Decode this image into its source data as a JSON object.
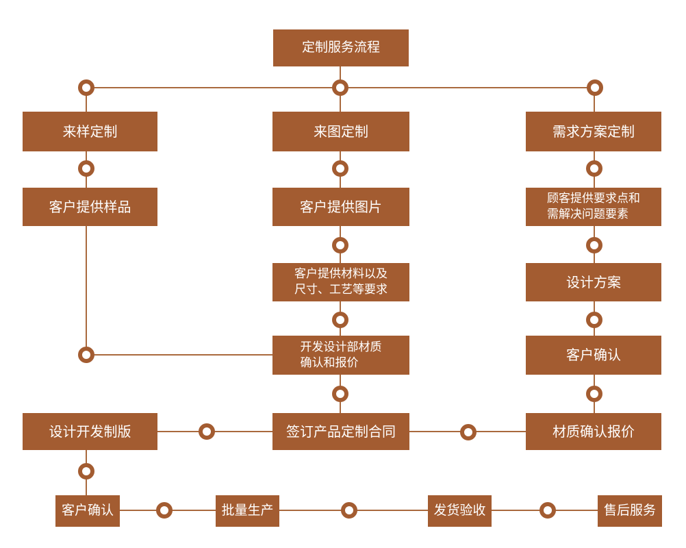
{
  "palette": {
    "box_fill": "#a35c31",
    "connector_line": "#a9693d",
    "connector_ring": "#a35c31",
    "text": "#ffffff",
    "background": "#ffffff"
  },
  "flowchart": {
    "title": "定制服务流程",
    "nodes": {
      "root": "定制服务流程",
      "branch_sample": "来样定制",
      "branch_drawing": "来图定制",
      "branch_plan": "需求方案定制",
      "provide_sample": "客户提供样品",
      "provide_drawing": "客户提供图片",
      "provide_requirements": "顾客提供要求点和\n需解决问题要素",
      "material_requirements": "客户提供材料以及\n尺寸、工艺等要求",
      "design_plan": "设计方案",
      "dev_material_quote": "开发设计部材质\n确认和报价",
      "customer_confirm_right": "客户确认",
      "design_plate": "设计开发制版",
      "sign_contract": "签订产品定制合同",
      "material_confirm_quote": "材质确认报价",
      "customer_confirm_bottom": "客户确认",
      "mass_production": "批量生产",
      "shipping_acceptance": "发货验收",
      "after_sales": "售后服务"
    }
  }
}
